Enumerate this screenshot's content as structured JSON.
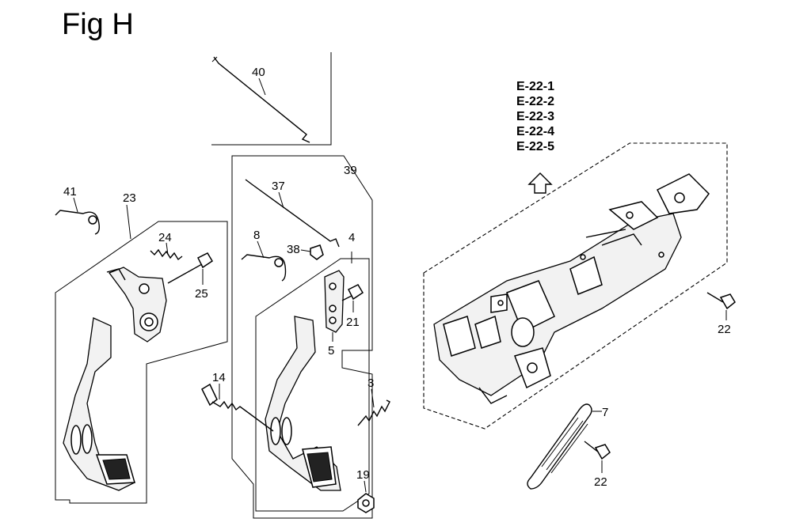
{
  "figure": {
    "title": "Fig H"
  },
  "references": [
    "E-22-1",
    "E-22-2",
    "E-22-3",
    "E-22-4",
    "E-22-5"
  ],
  "callouts": {
    "p40": "40",
    "p41": "41",
    "p23": "23",
    "p24": "24",
    "p25": "25",
    "p37": "37",
    "p39": "39",
    "p8": "8",
    "p38": "38",
    "p4": "4",
    "p21": "21",
    "p5": "5",
    "p14": "14",
    "p3": "3",
    "p19": "19",
    "p7": "7",
    "p22a": "22",
    "p22b": "22"
  }
}
